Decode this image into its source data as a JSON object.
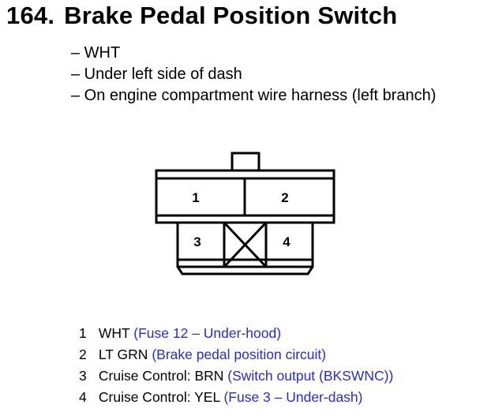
{
  "header": {
    "number": "164.",
    "title": "Brake Pedal Position Switch"
  },
  "details": [
    "– WHT",
    "– Under left side of dash",
    "– On engine compartment wire harness (left branch)"
  ],
  "connector": {
    "pin_labels": [
      "1",
      "2",
      "3",
      "4"
    ]
  },
  "pins": [
    {
      "number": "1",
      "wire": "WHT",
      "note": "(Fuse 12 – Under-hood)"
    },
    {
      "number": "2",
      "wire": "LT GRN",
      "note": "(Brake pedal position circuit)"
    },
    {
      "number": "3",
      "wire": "Cruise Control: BRN",
      "note": "(Switch output (BKSWNC))"
    },
    {
      "number": "4",
      "wire": "Cruise Control: YEL",
      "note": "(Fuse 3 – Under-dash)"
    }
  ],
  "colors": {
    "text": "#000000",
    "note": "#2b2dbd"
  }
}
